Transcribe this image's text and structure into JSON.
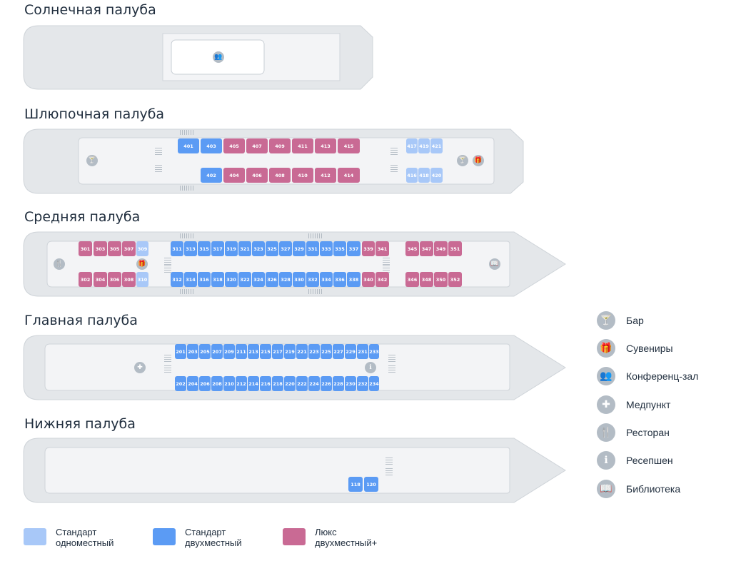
{
  "decks": {
    "sun": {
      "title": "Солнечная палуба"
    },
    "boat": {
      "title": "Шлюпочная палуба",
      "top_single": [
        "417",
        "419",
        "421"
      ],
      "bottom_single": [
        "416",
        "418",
        "420"
      ],
      "top_double": [
        "401",
        "403"
      ],
      "bottom_double": [
        "402"
      ],
      "top_lux": [
        "405",
        "407",
        "409",
        "411",
        "413",
        "415"
      ],
      "bottom_lux": [
        "404",
        "406",
        "408",
        "410",
        "412",
        "414"
      ]
    },
    "middle": {
      "title": "Средняя палуба",
      "top_lux_a": [
        "301",
        "303",
        "305",
        "307"
      ],
      "top_single": [
        "309"
      ],
      "top_double": [
        "311",
        "313",
        "315",
        "317",
        "319",
        "321",
        "323",
        "325",
        "327",
        "329",
        "331",
        "333",
        "335",
        "337"
      ],
      "top_lux_b": [
        "339",
        "341"
      ],
      "top_lux_c": [
        "345",
        "347",
        "349",
        "351"
      ],
      "bottom_lux_a": [
        "302",
        "304",
        "306",
        "308"
      ],
      "bottom_single": [
        "310"
      ],
      "bottom_double": [
        "312",
        "314",
        "316",
        "318",
        "320",
        "322",
        "324",
        "326",
        "328",
        "330",
        "332",
        "334",
        "336",
        "338"
      ],
      "bottom_lux_b": [
        "340",
        "342"
      ],
      "bottom_lux_c": [
        "346",
        "348",
        "350",
        "352"
      ]
    },
    "main": {
      "title": "Главная палуба",
      "top_double": [
        "201",
        "203",
        "205",
        "207",
        "209",
        "211",
        "213",
        "215",
        "217",
        "219",
        "221",
        "223",
        "225",
        "227",
        "229",
        "231",
        "233"
      ],
      "bottom_double": [
        "202",
        "204",
        "206",
        "208",
        "210",
        "212",
        "214",
        "216",
        "218",
        "220",
        "222",
        "224",
        "226",
        "228",
        "230",
        "232",
        "234"
      ]
    },
    "lower": {
      "title": "Нижняя палуба",
      "double": [
        "118",
        "120"
      ]
    }
  },
  "amenities": [
    {
      "label": "Бар",
      "icon": "bar-icon",
      "glyph": "🍸"
    },
    {
      "label": "Сувениры",
      "icon": "gift-icon",
      "glyph": "🎁"
    },
    {
      "label": "Конференц-зал",
      "icon": "conference-icon",
      "glyph": "👥"
    },
    {
      "label": "Медпункт",
      "icon": "medical-icon",
      "glyph": "✚"
    },
    {
      "label": "Ресторан",
      "icon": "restaurant-icon",
      "glyph": "🍴"
    },
    {
      "label": "Ресепшен",
      "icon": "reception-icon",
      "glyph": "ℹ"
    },
    {
      "label": "Библиотека",
      "icon": "library-icon",
      "glyph": "📖"
    }
  ],
  "cabin_classes": [
    {
      "label": "Стандарт\nодноместный",
      "color": "#a8c8f8"
    },
    {
      "label": "Стандарт\nдвухместный",
      "color": "#5b9bf4"
    },
    {
      "label": "Люкс\nдвухместный+",
      "color": "#c96a94"
    }
  ],
  "colors": {
    "hull": "#e4e7ea",
    "hull_stroke": "#cfd4d9",
    "inner": "#f3f4f6"
  }
}
